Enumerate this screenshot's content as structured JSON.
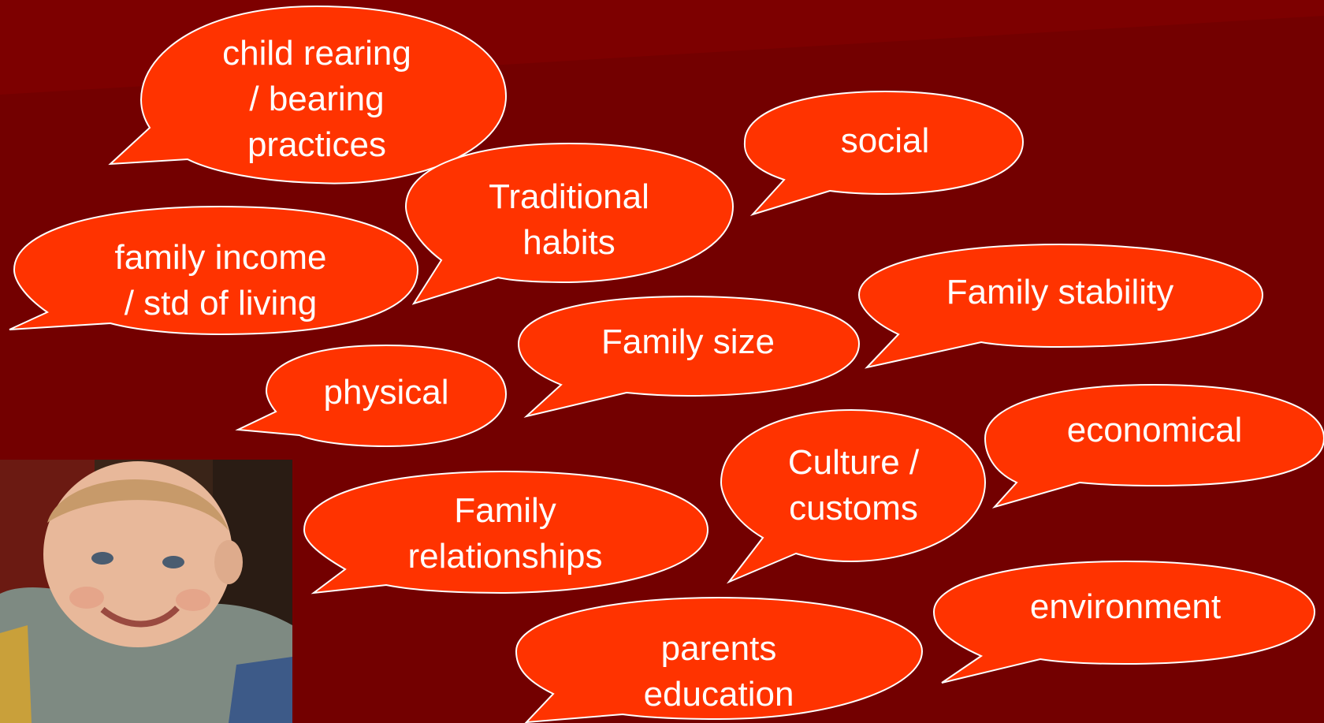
{
  "colors": {
    "background": "#730000",
    "bubble_fill": "#ff3300",
    "bubble_stroke": "#ffffff",
    "text": "#ffffff"
  },
  "bubbles": [
    {
      "id": "child-rearing",
      "text": "child rearing\n/ bearing\npractices"
    },
    {
      "id": "social",
      "text": "social"
    },
    {
      "id": "traditional-habits",
      "text": "Traditional\nhabits"
    },
    {
      "id": "family-income",
      "text": "family  income\n/  std of living"
    },
    {
      "id": "family-stability",
      "text": "Family stability"
    },
    {
      "id": "family-size",
      "text": "Family size"
    },
    {
      "id": "physical",
      "text": "physical"
    },
    {
      "id": "economical",
      "text": "economical"
    },
    {
      "id": "culture-customs",
      "text": "Culture /\ncustoms"
    },
    {
      "id": "family-relationships",
      "text": "Family\nrelationships"
    },
    {
      "id": "environment",
      "text": "environment"
    },
    {
      "id": "parents-education",
      "text": "parents\neducation"
    }
  ],
  "photo": {
    "icon": "baby-photo"
  }
}
